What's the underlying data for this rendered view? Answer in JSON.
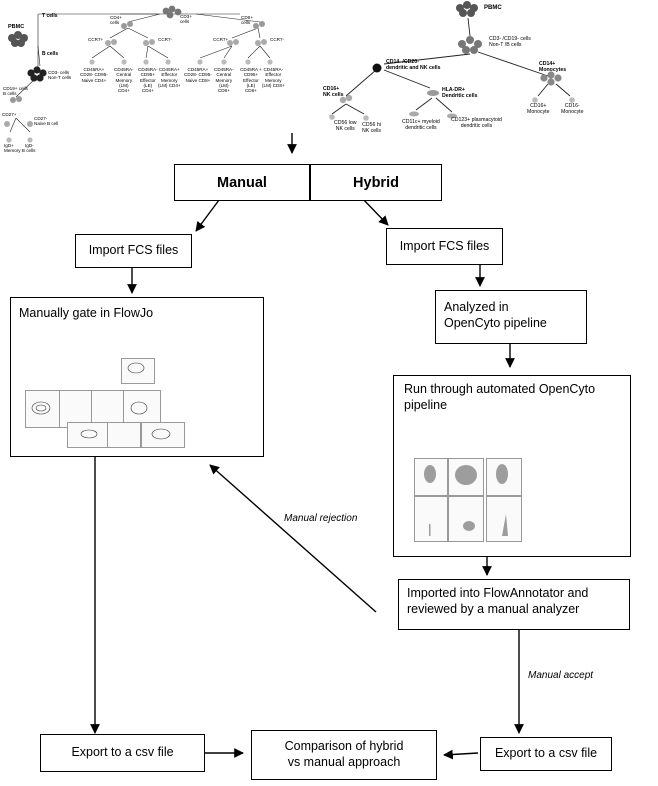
{
  "tree": {
    "pbmc_left": "PBMC",
    "t_cells": "T cells",
    "b_cells": "B cells",
    "cd3_non_t": "CD3- cells\nNon-T cells",
    "cd19_b": "CD19+ cells\nB cells",
    "cd27pos": "CD27+",
    "cd27neg": "CD27-\nNaive B cell",
    "igd_memory": "IgD+\nMemory B cells",
    "igd_neg": "IgD-",
    "cd3_top": "CD3+\ncells",
    "cd4": "CD4+\ncells",
    "cd8": "CD8+\ncells",
    "ccr7pos_4": "CCR7+",
    "ccr7neg_4": "CCR7-",
    "ccr7pos_8": "CCR7+",
    "ccr7neg_8": "CCR7-",
    "cd4_naive": "CD45RA+\nCD28- CD95-\nNaive CD4+",
    "cd4_central": "CD45RA-\nCentral\nMemory\n(LM)\nCD4+",
    "cd4_effector": "CD45RA-\nCD95+\nEffector\n(LE)\nCD4+",
    "cd4_effmem": "CD45RA+\nEffector\nMemory\n(LM) CD4+",
    "cd8_naive": "CD45RA+\nCD28- CD95-\nNaive CD8+",
    "cd8_central": "CD45RA-\nCentral\nMemory\n(LM)\nCD8+",
    "cd8_effector": "CD45RA +\nCD95+\nEffector\n(LE)\nCD8+",
    "cd8_effmem": "CD45RA-\nEffector\nMemory\n(LM) CD8+",
    "pbmc_right": "PBMC",
    "cd3_cd19_neg": "CD3- /CD19- cells\nNon-T /B cells",
    "cd14_cd20": "CD14- /CD20-\ndendritic and NK cells",
    "cd14_mono": "CD14+\nMonocytes",
    "cd16_nk": "CD16+\nNK cells",
    "hla_dr": "HLA-DR+\nDendritic cells",
    "cd16_mono_pos": "CD16+\nMonocyte",
    "cd16_mono_neg": "CD16-\nMonocyte",
    "cd56_low": "CD56 low\nNK cells",
    "cd56_hi": "CD56 hi\nNK cells",
    "cd11c": "CD11c+ myeloid\ndendritic cells",
    "cd123": "CD123+ plasmacytoid\ndendritic cells"
  },
  "flow": {
    "manual": "Manual",
    "hybrid": "Hybrid",
    "import_left": "Import FCS files",
    "import_right": "Import FCS files",
    "manually_gate": "Manually gate in FlowJo",
    "analyzed": "Analyzed in\nOpenCyto pipeline",
    "run_through": "Run through automated OpenCyto\npipeline",
    "imported_into": "Imported into FlowAnnotator and\nreviewed by a manual analyzer",
    "export_left": "Export to a csv file",
    "export_right": "Export to a csv file",
    "comparison": "Comparison of hybrid\nvs manual approach",
    "manual_rejection": "Manual rejection",
    "manual_accept": "Manual accept"
  },
  "colors": {
    "cell_dark": "#3a3a3a",
    "cell_mid": "#9a9a9a",
    "line": "#000000"
  }
}
